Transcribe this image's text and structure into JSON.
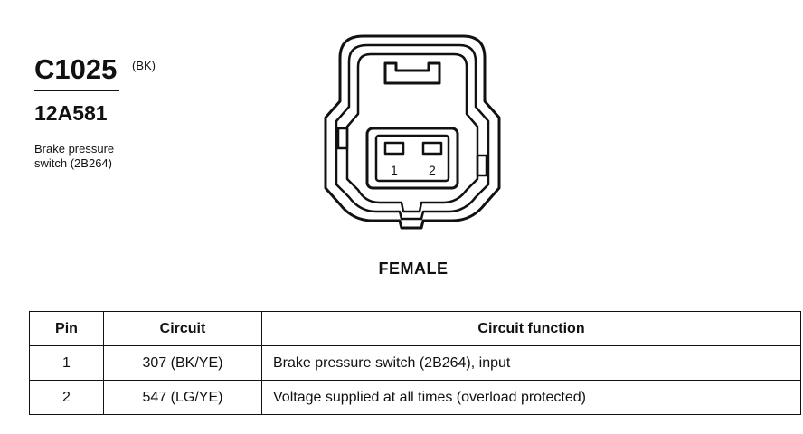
{
  "connector": {
    "id": "C1025",
    "color_code": "(BK)",
    "part_number": "12A581",
    "description_line1": "Brake pressure",
    "description_line2": "switch (2B264)"
  },
  "diagram": {
    "pin_labels": [
      "1",
      "2"
    ],
    "view_label": "FEMALE"
  },
  "table": {
    "headers": {
      "pin": "Pin",
      "circuit": "Circuit",
      "function": "Circuit function"
    },
    "rows": [
      {
        "pin": "1",
        "circuit": "307 (BK/YE)",
        "function": "Brake pressure switch (2B264), input"
      },
      {
        "pin": "2",
        "circuit": "547 (LG/YE)",
        "function": "Voltage supplied at all times (overload protected)"
      }
    ]
  }
}
